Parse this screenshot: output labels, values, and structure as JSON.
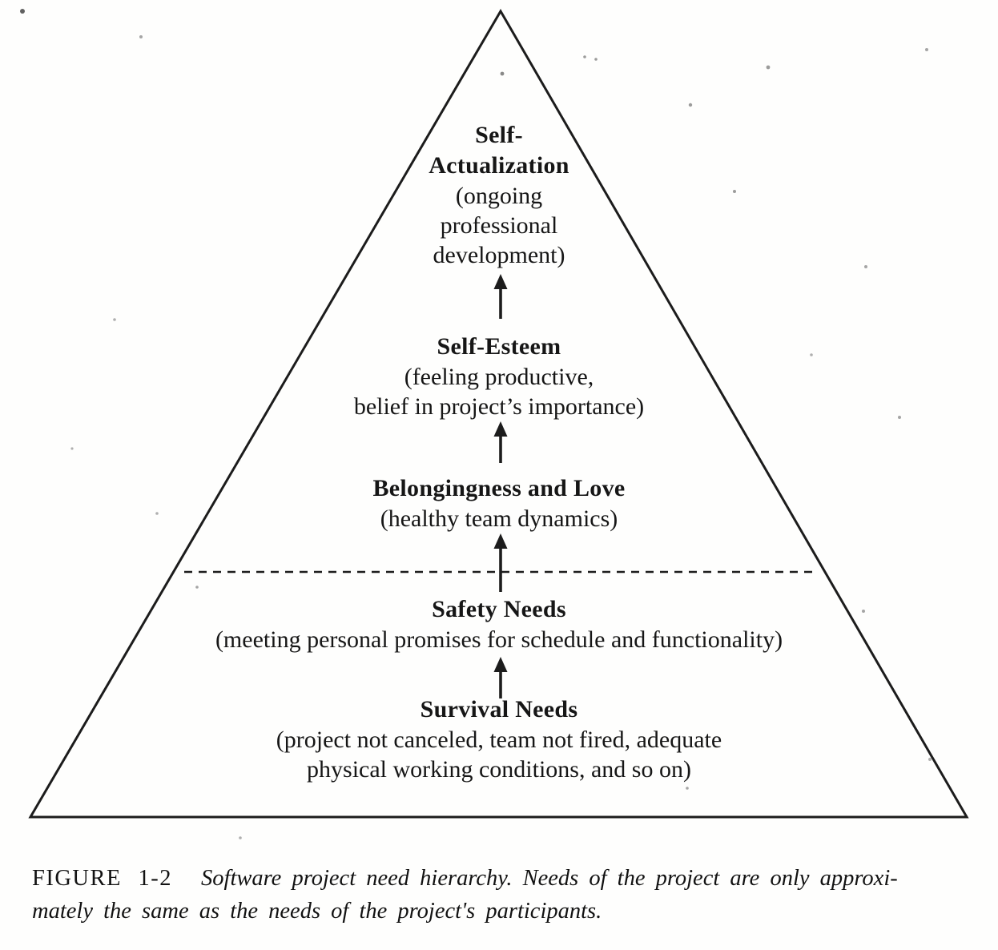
{
  "figure": {
    "type": "pyramid-hierarchy",
    "ink_color": "#1c1c1c",
    "paper_color": "#fefefd",
    "levels": [
      {
        "name": "Self-Actualization",
        "title": "Self-\nActualization",
        "subtitle": "(ongoing\nprofessional\ndevelopment)"
      },
      {
        "name": "Self-Esteem",
        "title": "Self-Esteem",
        "subtitle": "(feeling productive,\nbelief in project’s importance)"
      },
      {
        "name": "Belongingness and Love",
        "title": "Belongingness and Love",
        "subtitle": "(healthy team dynamics)"
      },
      {
        "name": "Safety Needs",
        "title": "Safety Needs",
        "subtitle": "(meeting personal promises for schedule and functionality)"
      },
      {
        "name": "Survival Needs",
        "title": "Survival Needs",
        "subtitle": "(project not canceled, team not fired, adequate\nphysical working conditions, and so on)"
      }
    ]
  },
  "caption": {
    "label": "FIGURE 1-2",
    "line1": "Software project need hierarchy. Needs of the project are only approxi-",
    "line2": "mately the same as the needs of the project's participants."
  }
}
